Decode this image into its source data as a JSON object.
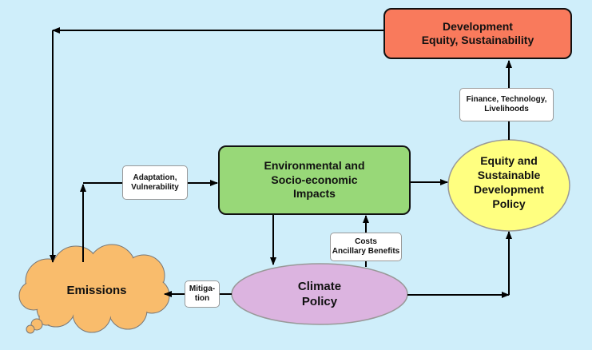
{
  "nodes": {
    "development": {
      "text": "Development\nEquity,  Sustainability",
      "color": "#f97a5c"
    },
    "impacts": {
      "text": "Environmental  and\nSocio-economic\nImpacts",
      "color": "#98d878"
    },
    "equity_policy": {
      "lines": [
        "Equity  and",
        "Sustainable",
        "Development",
        "Policy"
      ],
      "color": "#ffff80"
    },
    "climate_policy": {
      "lines": [
        "Climate",
        "Policy"
      ],
      "color": "#dcb4e0"
    },
    "emissions": {
      "text": "Emissions",
      "color": "#f9bc6c"
    }
  },
  "labels": {
    "finance": "Finance,  Technology,\nLivelihoods",
    "adaptation": "Adaptation,\nVulnerability",
    "costs": "Costs\nAncillary  Benefits",
    "mitigation": "Mitiga-\ntion"
  }
}
